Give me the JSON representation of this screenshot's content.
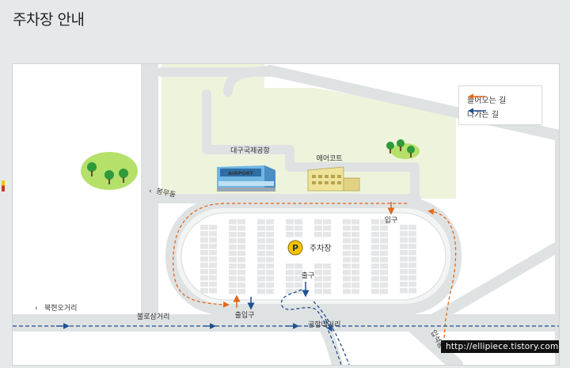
{
  "page": {
    "title": "주차장 안내"
  },
  "legend": {
    "incoming": {
      "label": "들어오는 길",
      "color": "#e0691a"
    },
    "outgoing": {
      "label": "나가는 길",
      "color": "#1f4f8f"
    }
  },
  "map": {
    "places": {
      "airport_name": "대구국제공항",
      "airport_sign": "AIRPORT",
      "aircourt": "에어코트",
      "parking": "주차장",
      "parking_symbol": "P"
    },
    "labels": {
      "entrance": "입구",
      "exit": "출구",
      "entry_exit": "출입구",
      "bongmu": "봉무동",
      "bukhyeon": "북현오거리",
      "bullo": "불로삼거리",
      "airport_intersection": "공항네거리",
      "ipseok": "입석동"
    }
  },
  "watermark": "http://ellipiece.tistory.com",
  "colors": {
    "background": "#e6e9ea",
    "road": "#dfe2e3",
    "green_area": "#eef3dc",
    "tree": "#7cc242",
    "incoming_route": "#e0691a",
    "outgoing_route": "#1f4f8f"
  }
}
